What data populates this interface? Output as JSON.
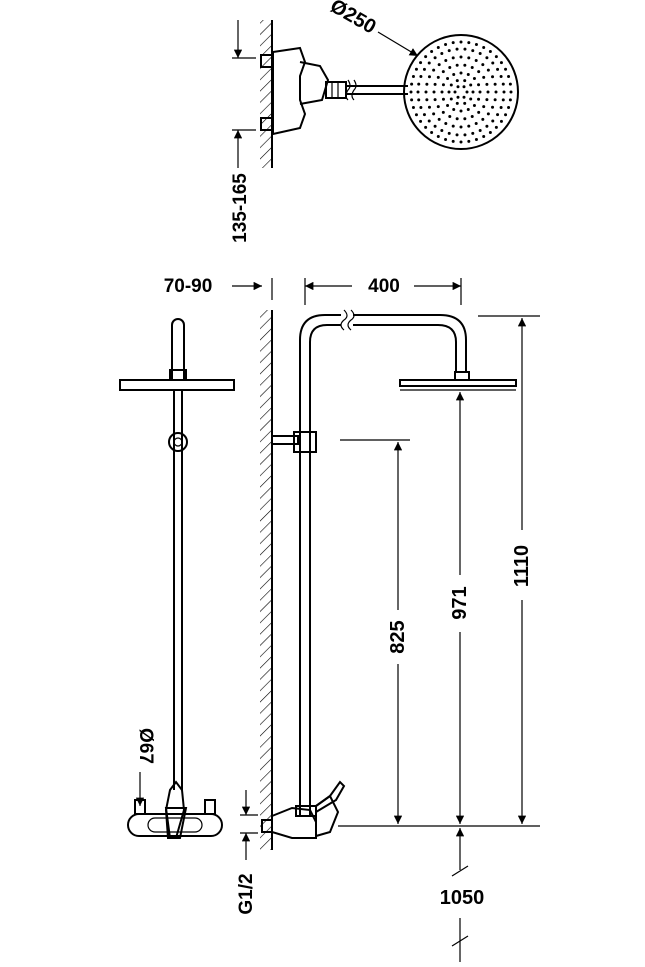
{
  "dimensions": {
    "head_diameter": "Ø250",
    "wall_offset_top": "135-165",
    "wall_distance": "70-90",
    "arm_length": "400",
    "overall_height": "1110",
    "head_height": "971",
    "slider_height": "825",
    "mixer_diameter": "Ø67",
    "connection_thread": "G1/2",
    "floor_height": "1050"
  },
  "colors": {
    "line": "#000000",
    "background": "#ffffff"
  }
}
